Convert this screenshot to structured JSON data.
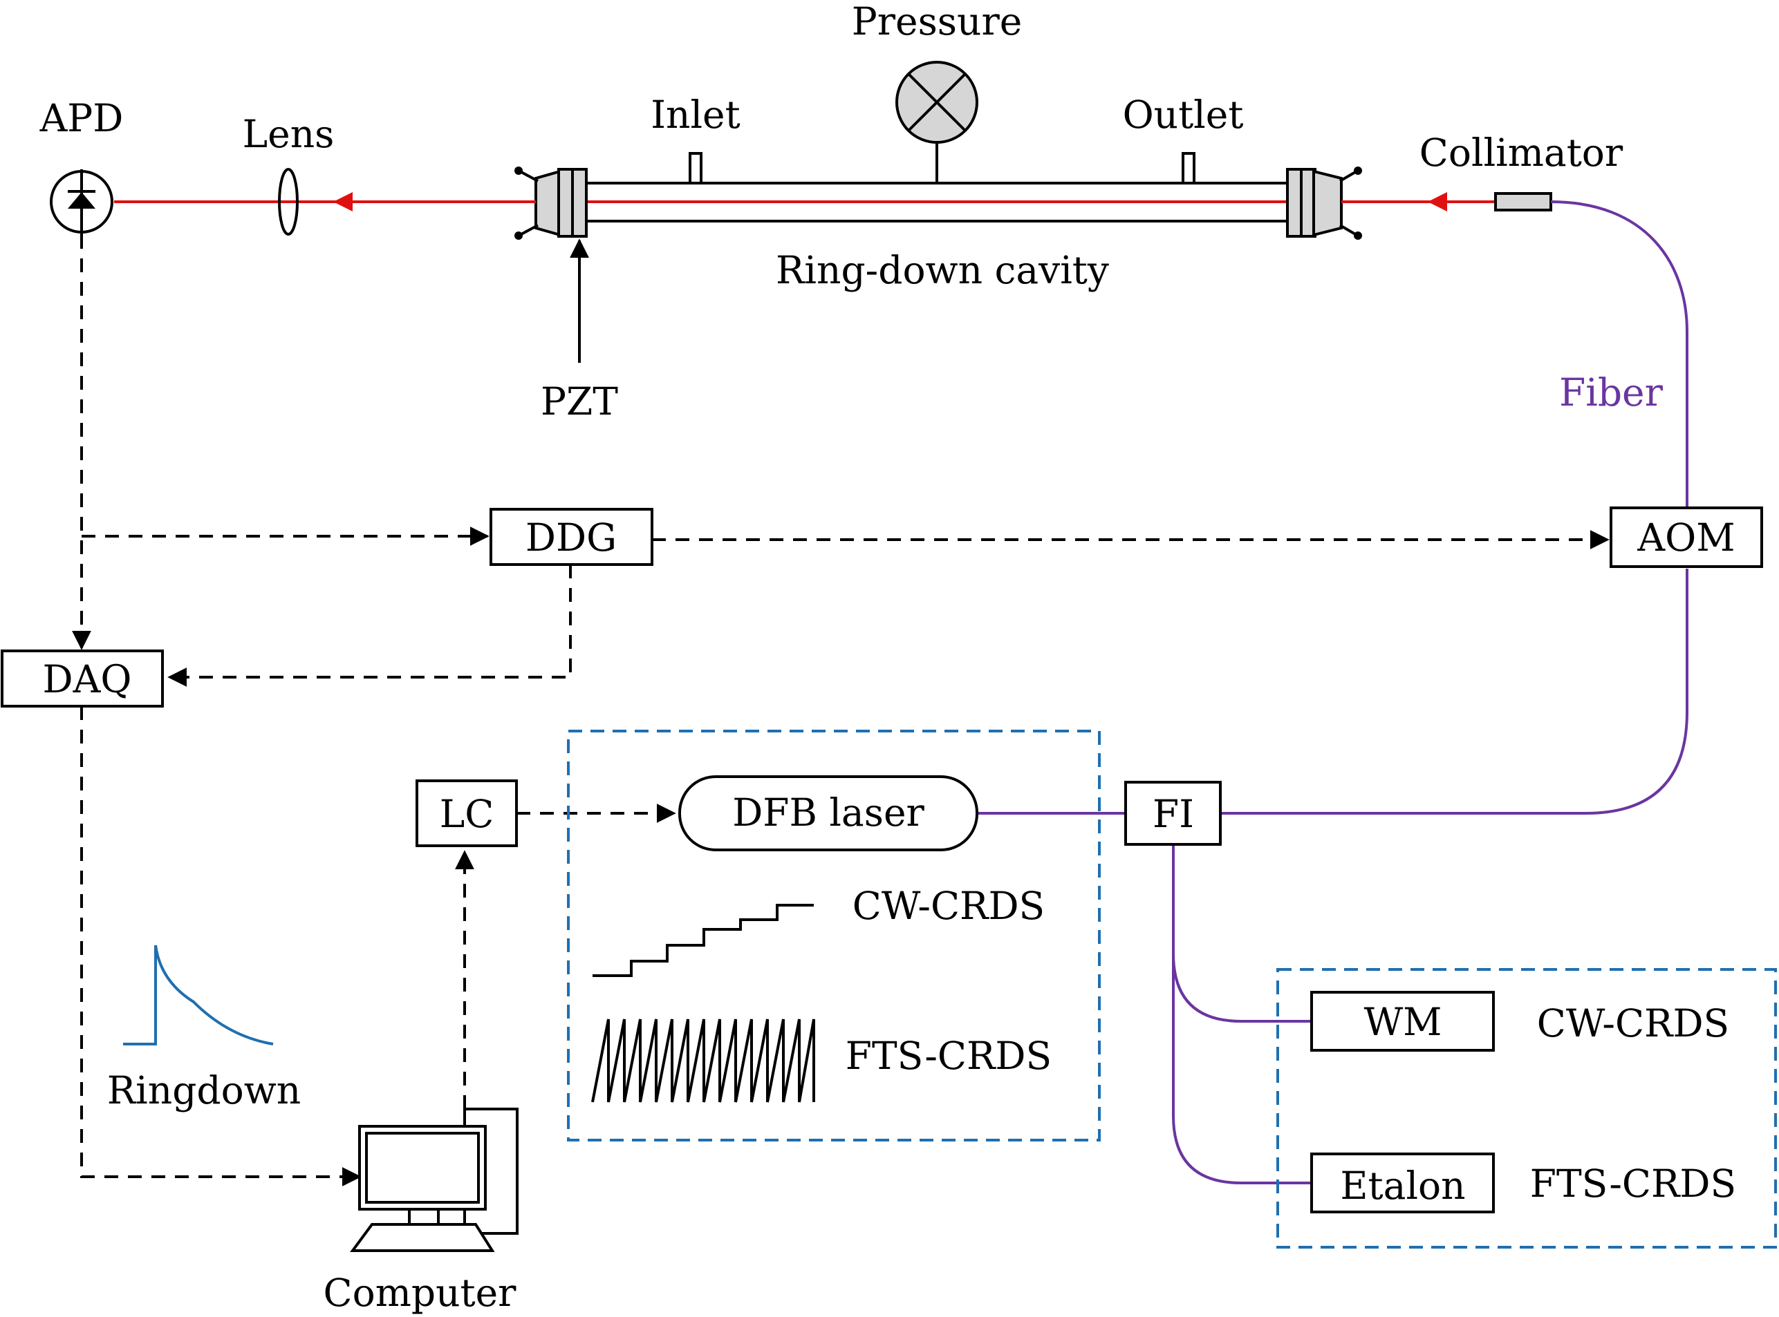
{
  "labels": {
    "pressure": "Pressure",
    "inlet": "Inlet",
    "outlet": "Outlet",
    "apd": "APD",
    "lens": "Lens",
    "collimator": "Collimator",
    "cavity": "Ring-down cavity",
    "pzt": "PZT",
    "fiber": "Fiber",
    "ddg": "DDG",
    "aom": "AOM",
    "daq": "DAQ",
    "lc": "LC",
    "dfb": "DFB laser",
    "fi": "FI",
    "cw_crds_1": "CW-CRDS",
    "fts_crds_1": "FTS-CRDS",
    "wm": "WM",
    "cw_crds_2": "CW-CRDS",
    "etalon": "Etalon",
    "fts_crds_2": "FTS-CRDS",
    "ringdown": "Ringdown",
    "computer": "Computer"
  },
  "colors": {
    "laser_beam": "#e01010",
    "fiber": "#6a35a0",
    "group_box": "#1f6fb0",
    "ringdown_trace": "#1f6fb0"
  },
  "icons": [
    "photodiode-icon",
    "lens-icon",
    "pressure-gauge-icon",
    "arrowhead-icon",
    "computer-icon"
  ]
}
